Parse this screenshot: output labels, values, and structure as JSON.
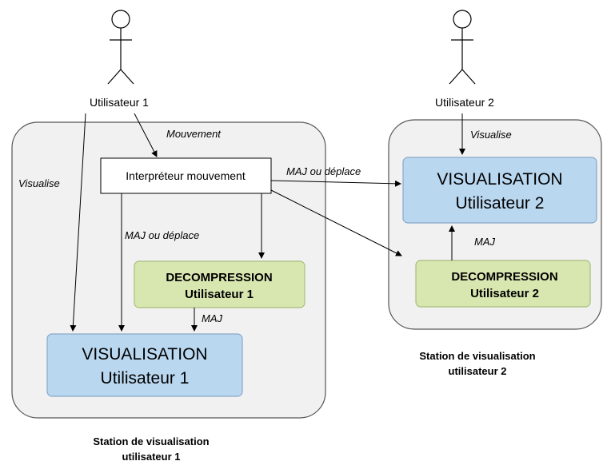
{
  "actors": {
    "user1": "Utilisateur 1",
    "user2": "Utilisateur 2"
  },
  "stations": {
    "station1_line1": "Station de visualisation",
    "station1_line2": "utilisateur 1",
    "station2_line1": "Station de visualisation",
    "station2_line2": "utilisateur 2"
  },
  "boxes": {
    "interpreter": "Interpréteur mouvement",
    "decomp1_line1": "DECOMPRESSION",
    "decomp1_line2": "Utilisateur 1",
    "vis1_line1": "VISUALISATION",
    "vis1_line2": "Utilisateur 1",
    "vis2_line1": "VISUALISATION",
    "vis2_line2": "Utilisateur 2",
    "decomp2_line1": "DECOMPRESSION",
    "decomp2_line2": "Utilisateur 2"
  },
  "edge_labels": {
    "mouvement": "Mouvement",
    "visualise_left": "Visualise",
    "maj_ou_deplace_left": "MAJ ou déplace",
    "maj_left": "MAJ",
    "maj_ou_deplace_right": "MAJ ou déplace",
    "visualise_right": "Visualise",
    "maj_right": "MAJ"
  }
}
